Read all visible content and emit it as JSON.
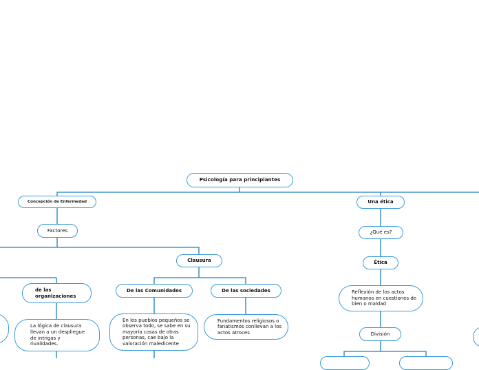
{
  "diagram": {
    "title": "Psicología para principiantes",
    "nodes": {
      "concepcion": "Concepción de Enfermedad",
      "factores": "Factores",
      "clausura": "Clausura",
      "organizaciones": "de las organizaciones",
      "organizaciones_desc": "La lógica de clausura llevan a un despliegue de intrigas y rivalidades.",
      "comunidades": "De las Comunidades",
      "comunidades_desc": "En los pueblos pequeños se observa todo, se sabe en su mayoría cosas de otras personas, cae bajo la valoración maledicente",
      "sociedades": "De las sociedades",
      "sociedades_desc": "Fundamentos religiosos o fanatismos conllevan a los actos atroces",
      "una_etica": "Una ética",
      "que_es": "¿Qué es?",
      "etica": "Ética",
      "reflexion": "Reflexión de los actos humanos en cuestiones de bien o maldad",
      "division": "División"
    }
  },
  "colors": {
    "line": "#1a7fc1",
    "border": "#3a9ad9",
    "text": "#111111",
    "background": "#ffffff"
  }
}
